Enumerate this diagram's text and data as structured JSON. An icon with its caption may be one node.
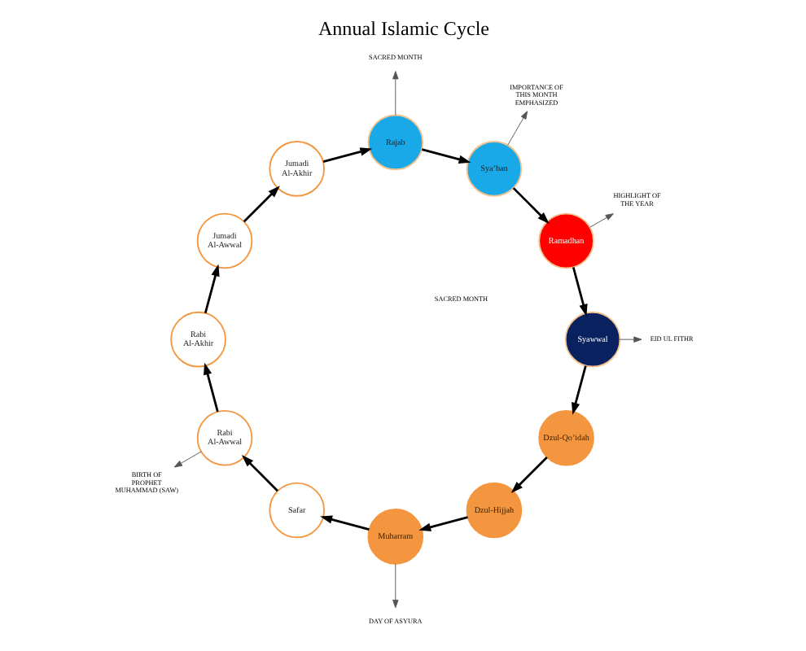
{
  "diagram": {
    "title": "Annual Islamic Cycle",
    "nodes": [
      {
        "text": [
          "Muharram"
        ]
      },
      {
        "text": [
          "Safar"
        ]
      },
      {
        "text": [
          "Rabi Al-Awwal"
        ]
      },
      {
        "text": [
          "Rabi Al-Akhir"
        ]
      },
      {
        "text": [
          "Jumadi Al-Awwal"
        ]
      },
      {
        "text": [
          "Jumadi Al-Akhir"
        ]
      },
      {
        "text": [
          "Rajab"
        ]
      },
      {
        "text": [
          "Sya’ban"
        ]
      },
      {
        "text": [
          "Ramadhan"
        ]
      },
      {
        "text": [
          "Syawwal"
        ]
      },
      {
        "text": [
          "Dzul-Qo’idah"
        ]
      },
      {
        "text": [
          "Dzul-Hijjah"
        ]
      },
      {
        "text": [
          "DAY OF ASYURA"
        ]
      },
      {
        "text": [
          "BIRTH OF PROPHET MUHAMMAD (SAW)"
        ]
      },
      {
        "text": [
          "SACRED MONTH"
        ]
      },
      {
        "text": [
          "IMPORTANCE OF THIS MONTH EMPHASIZED"
        ]
      },
      {
        "text": [
          "HIGHLIGHT OF THE YEAR"
        ]
      },
      {
        "text": [
          "EID UL FITHR"
        ]
      }
    ],
    "edges": [
      {
        "from": 0,
        "to": 1,
        "arrow": "to"
      },
      {
        "from": 1,
        "to": 2,
        "arrow": "to"
      },
      {
        "from": 2,
        "to": 3,
        "arrow": "to"
      },
      {
        "from": 3,
        "to": 4,
        "arrow": "to"
      },
      {
        "from": 4,
        "to": 5,
        "arrow": "to"
      },
      {
        "from": 5,
        "to": 6,
        "arrow": "to"
      },
      {
        "from": 6,
        "to": 7,
        "arrow": "to"
      },
      {
        "from": 7,
        "to": 8,
        "arrow": "to"
      },
      {
        "from": 8,
        "to": 9,
        "arrow": "to"
      },
      {
        "from": 9,
        "to": 10,
        "arrow": "to"
      },
      {
        "from": 10,
        "to": 11,
        "arrow": "to"
      },
      {
        "from": 11,
        "to": 0,
        "arrow": "to"
      },
      {
        "from": 0,
        "to": 12,
        "arrow": "to",
        "color": "#555555"
      },
      {
        "from": 2,
        "to": 13,
        "arrow": "to",
        "color": "#555555"
      },
      {
        "from": 6,
        "to": 14,
        "arrow": "to",
        "color": "#555555"
      },
      {
        "from": 7,
        "to": 15,
        "arrow": "to",
        "color": "#555555"
      },
      {
        "from": 8,
        "to": 16,
        "arrow": "to",
        "color": "#555555"
      },
      {
        "from": 9,
        "to": 17,
        "arrow": "to",
        "color": "#555555"
      }
    ],
    "labels": [
      "SACRED MONTH"
    ]
  }
}
